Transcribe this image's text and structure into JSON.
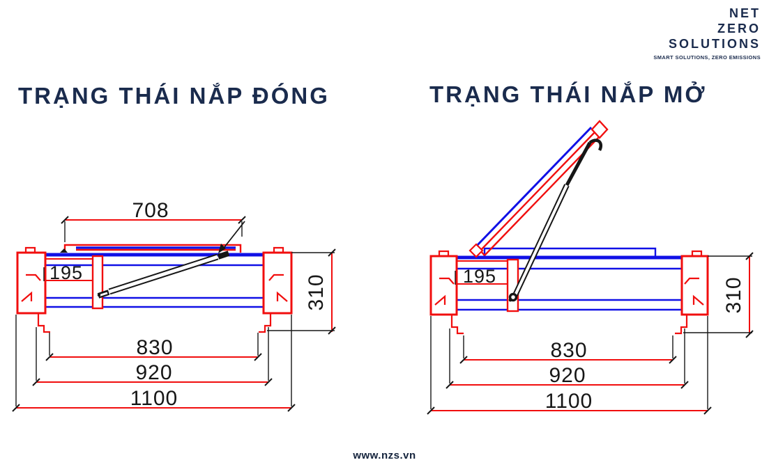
{
  "logo": {
    "line1": "NET",
    "line2": "ZERO",
    "line3": "SOLUTIONS",
    "tagline": "SMART SOLUTIONS, ZERO EMISSIONS"
  },
  "footer": {
    "website": "www.nzs.vn"
  },
  "diagrams": {
    "closed": {
      "title": "TRẠNG THÁI NẮP ĐÓNG",
      "dims": {
        "lid_width": "708",
        "upstand_height": "195",
        "frame_height": "310",
        "opening_width": "830",
        "curb_width": "920",
        "overall_width": "1100"
      }
    },
    "open": {
      "title": "TRẠNG THÁI NẮP MỞ",
      "dims": {
        "upstand_height": "195",
        "frame_height": "310",
        "opening_width": "830",
        "curb_width": "920",
        "overall_width": "1100"
      }
    }
  },
  "colors": {
    "frame_red": "#f10e0e",
    "glass_blue": "#1010e6",
    "drawing_black": "#161616",
    "brand_navy": "#1a2b4d"
  }
}
